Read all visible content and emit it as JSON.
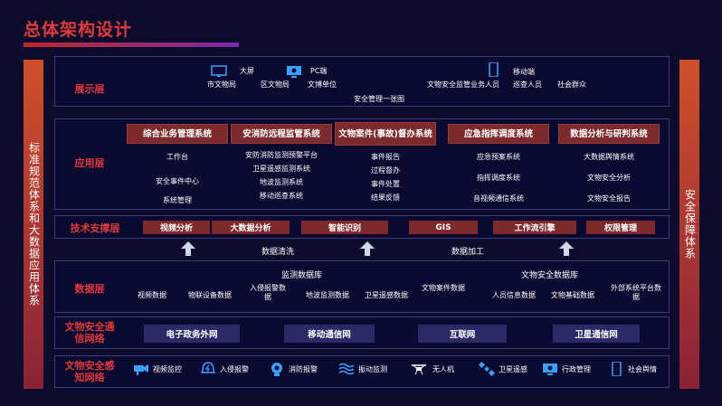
{
  "title": "总体架构设计",
  "left_side": "标准规范体系和大数据应用体系",
  "right_side": "安全保障体系",
  "display_layer": {
    "label": "展示层",
    "icons": [
      {
        "icon": "monitor-icon",
        "caption": "大屏"
      },
      {
        "icon": "pc-icon",
        "caption": "PC端"
      },
      {
        "icon": "mobile-icon",
        "caption": "移动端"
      }
    ],
    "users_left": [
      "市文物局",
      "区文物局",
      "文博单位"
    ],
    "users_right": [
      "文物安全监管业务人员",
      "巡查人员",
      "社会群众"
    ],
    "summary": "安全管理一张图"
  },
  "app_layer": {
    "label": "应用层",
    "systems": [
      {
        "name": "综合业务管理系统",
        "items": [
          "工作台",
          "安全事件中心",
          "系统管理"
        ]
      },
      {
        "name": "安消防远程监管系统",
        "items": [
          "安防消防监测预警平台",
          "卫星遥感监测系统",
          "地波监测系统",
          "移动巡查系统"
        ]
      },
      {
        "name": "文物案件(事故)督办系统",
        "items": [
          "事件报告",
          "过程督办",
          "事件处置",
          "结果反馈"
        ]
      },
      {
        "name": "应急指挥调度系统",
        "items": [
          "应急预案系统",
          "指挥调度系统",
          "音视频通信系统"
        ]
      },
      {
        "name": "数据分析与研判系统",
        "items": [
          "大数据舆情系统",
          "文物安全分析",
          "文物安全报告"
        ]
      }
    ]
  },
  "tech_layer": {
    "label": "技术支撑层",
    "items": [
      "视频分析",
      "大数据分析",
      "智能识别",
      "GIS",
      "工作流引擎",
      "权限管理"
    ],
    "flow": [
      "数据清洗",
      "数据加工"
    ]
  },
  "data_layer": {
    "label": "数据层",
    "db1": "监测数据库",
    "db2": "文物安全数据库",
    "items": [
      "视频数据",
      "物联设备数据",
      "入侵报警数据",
      "地波监测数据",
      "卫星遥感数据",
      "文物案件数据",
      "人员信息数据",
      "文物基础数据",
      "外部系统平台数据"
    ]
  },
  "network_layer": {
    "label": "文物安全通信网络",
    "items": [
      "电子政务外网",
      "移动通信网",
      "互联网",
      "卫星通信网"
    ]
  },
  "sense_layer": {
    "label": "文物安全感知网络",
    "items": [
      {
        "icon": "camera-icon",
        "label": "视频监控"
      },
      {
        "icon": "alarm-icon",
        "label": "入侵报警"
      },
      {
        "icon": "fire-alarm-icon",
        "label": "消防报警"
      },
      {
        "icon": "vibration-icon",
        "label": "振动监测"
      },
      {
        "icon": "drone-icon",
        "label": "无人机"
      },
      {
        "icon": "satellite-icon",
        "label": "卫星遥感"
      },
      {
        "icon": "admin-screen-icon",
        "label": "行政管理"
      },
      {
        "icon": "phone-icon",
        "label": "社会舆情"
      }
    ]
  },
  "colors": {
    "background": "#0d0b2b",
    "accent_red": "#e0393b",
    "button_red": "#7d2a2c",
    "net_blue": "#2b2a66"
  }
}
